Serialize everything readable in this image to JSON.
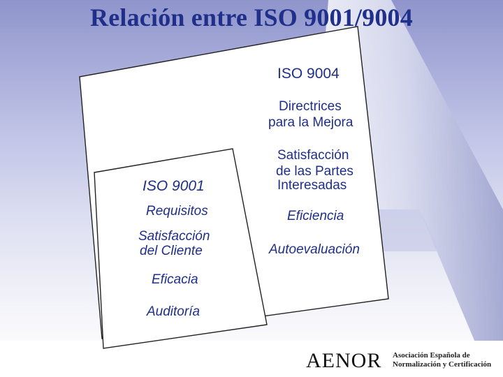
{
  "title": "Relación entre ISO 9001/9004",
  "iso9004": {
    "heading": "ISO 9004",
    "subtitle_line1": "Directrices",
    "subtitle_line2": "para la Mejora",
    "items": [
      {
        "line1": "Satisfacción",
        "line2": "de las Partes",
        "line3": "Interesadas"
      },
      {
        "line1": "Eficiencia"
      },
      {
        "line1": "Autoevaluación"
      }
    ]
  },
  "iso9001": {
    "heading": "ISO 9001",
    "items": [
      {
        "line1": "Requisitos"
      },
      {
        "line1": "Satisfacción",
        "line2": "del Cliente"
      },
      {
        "line1": "Eficacia"
      },
      {
        "line1": "Auditoría"
      }
    ]
  },
  "footer": {
    "logo_text": "AENOR",
    "org_line1": "Asociación Española de",
    "org_line2": "Normalización y Certificación"
  }
}
